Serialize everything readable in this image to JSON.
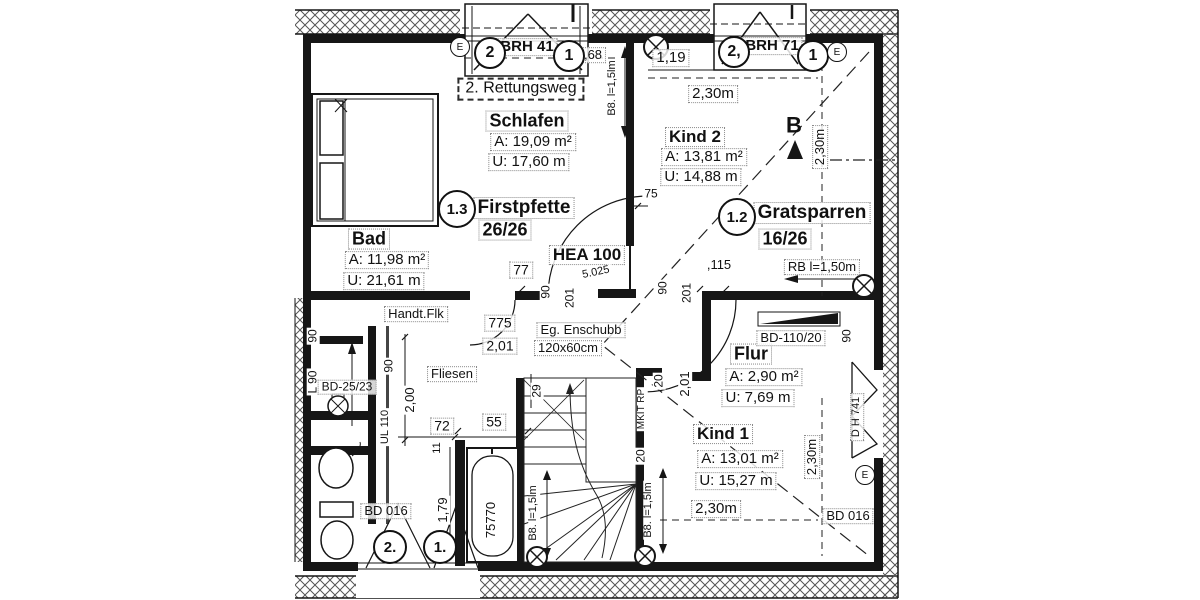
{
  "plan": {
    "rooms": {
      "schlafen": {
        "name": "Schlafen",
        "area": "A: 19,09 m²",
        "umfang": "U: 17,60 m"
      },
      "kind2": {
        "name": "Kind 2",
        "area": "A: 13,81 m²",
        "umfang": "U: 14,88 m"
      },
      "bad": {
        "name": "Bad",
        "area": "A: 11,98 m²",
        "umfang": "U: 21,61 m"
      },
      "flur": {
        "name": "Flur",
        "area": "A: 2,90 m²",
        "umfang": "U: 7,69 m"
      },
      "kind1": {
        "name": "Kind 1",
        "area": "A: 13,01 m²",
        "umfang": "U: 15,27 m"
      }
    },
    "markers": {
      "ref_13": "1.3",
      "firstpfette": "Firstpfette",
      "firstpfette_size": "26/26",
      "ref_12": "1.2",
      "gratsparren": "Gratsparren",
      "gratsparren_size": "16/26",
      "beam": "HEA 100",
      "section": "B",
      "exit": "E",
      "escape": "2. Rettungsweg",
      "brh41": "BRH 41",
      "brh71": "BRH 71",
      "num2": "2",
      "num1": "1",
      "num2c": "2,",
      "door2": "2.",
      "door1": "1."
    },
    "components": {
      "bd016": "BD 016",
      "bd2523": "BD-25/23",
      "bd11020": "BD-110/20",
      "ul110": "UL 110",
      "dh741": "D H 741",
      "mkit": "MKIT RP",
      "handtuch": "Handt.Flk",
      "fliesen": "Fliesen",
      "einschub1": "Eg. Enschubb",
      "einschub2": "120x60cm",
      "tub": "75770"
    },
    "dims": {
      "d068": ",68",
      "d119": "1,19",
      "d230": "2,30m",
      "d75": "75",
      "d77": "77",
      "d5025": "5.025",
      "d90": "90",
      "d201": "201",
      "d115": ",115",
      "rb": "RB l=1,50m",
      "bb": "B8. l=1,5lm",
      "d775": "775",
      "d201m": "2,01",
      "d200": "2,00",
      "d72": "72",
      "d55": "55",
      "d11": "11",
      "d29": "29",
      "d20": "20",
      "d179": "1,79",
      "l90": "L 90"
    },
    "colors": {
      "ink": "#161616",
      "hatch": "#555555"
    }
  }
}
